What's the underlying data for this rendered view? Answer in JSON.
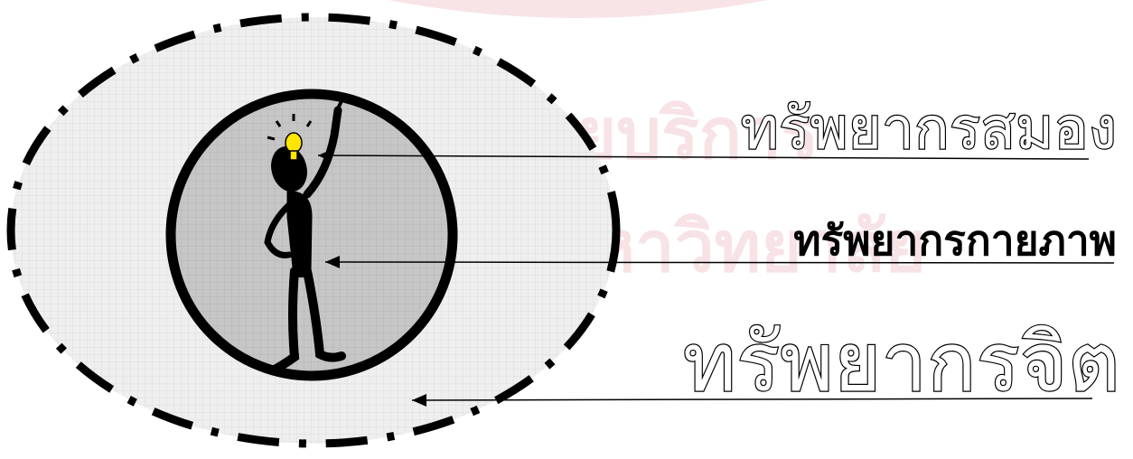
{
  "diagram": {
    "labels": {
      "brain": "ทรัพยากรสมอง",
      "body": "ทรัพยากรกายภาพ",
      "mind": "ทรัพยากรจิต"
    },
    "watermark": {
      "line1": "สถาบันวิทยบริการ",
      "line2": "จุฬาลงกรณ์มหาวิทยาลัย"
    },
    "colors": {
      "outer_fill": "#eeeeee",
      "inner_fill": "#c8c8c8",
      "stroke": "#000000",
      "bulb": "#ffe600",
      "watermark": "#c21a3a"
    }
  }
}
